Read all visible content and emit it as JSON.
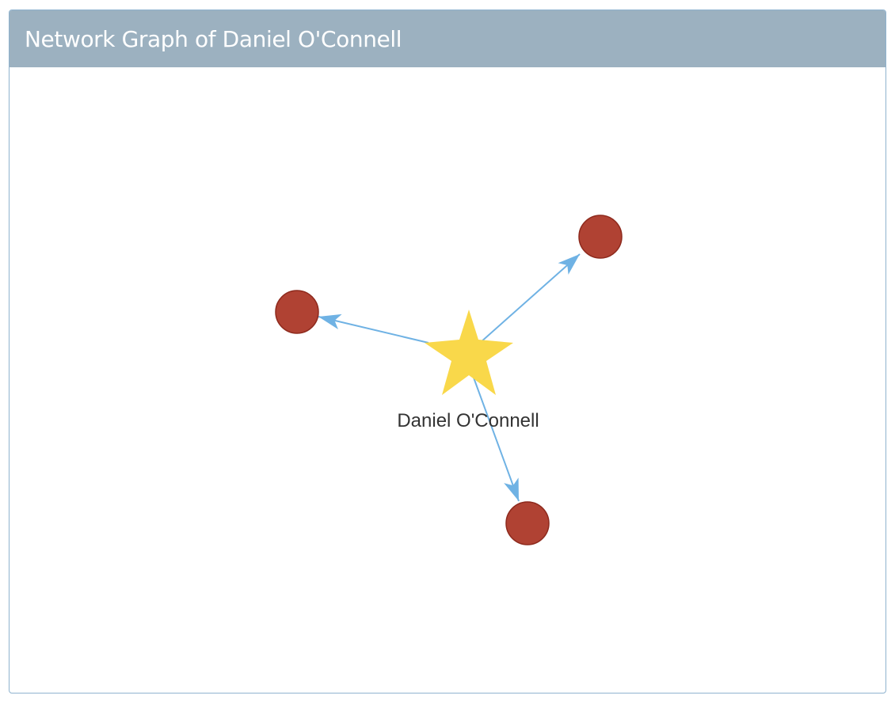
{
  "panel": {
    "title": "Network Graph of Daniel O'Connell"
  },
  "graph": {
    "center_node": {
      "label": "Daniel O'Connell",
      "shape": "star-icon",
      "color": "#f9d84a"
    },
    "peripheral_nodes": [
      {
        "label": "",
        "shape": "circle",
        "color": "#b04233",
        "stroke": "#8e2a1d"
      },
      {
        "label": "",
        "shape": "circle",
        "color": "#b04233",
        "stroke": "#8e2a1d"
      },
      {
        "label": "",
        "shape": "circle",
        "color": "#b04233",
        "stroke": "#8e2a1d"
      }
    ],
    "edge_color": "#6fb2e4",
    "edges_directed": true
  }
}
